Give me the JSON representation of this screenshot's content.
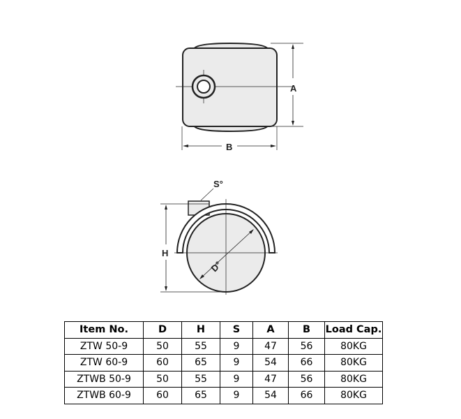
{
  "drawing": {
    "labels": {
      "A": "A",
      "B": "B",
      "S": "S°",
      "H": "H",
      "D": "D°"
    }
  },
  "table": {
    "headers": [
      "Item No.",
      "D",
      "H",
      "S",
      "A",
      "B",
      "Load Cap."
    ],
    "rows": [
      [
        "ZTW 50-9",
        "50",
        "55",
        "9",
        "47",
        "56",
        "80KG"
      ],
      [
        "ZTW 60-9",
        "60",
        "65",
        "9",
        "54",
        "66",
        "80KG"
      ],
      [
        "ZTWB 50-9",
        "50",
        "55",
        "9",
        "47",
        "56",
        "80KG"
      ],
      [
        "ZTWB 60-9",
        "60",
        "65",
        "9",
        "54",
        "66",
        "80KG"
      ]
    ]
  }
}
